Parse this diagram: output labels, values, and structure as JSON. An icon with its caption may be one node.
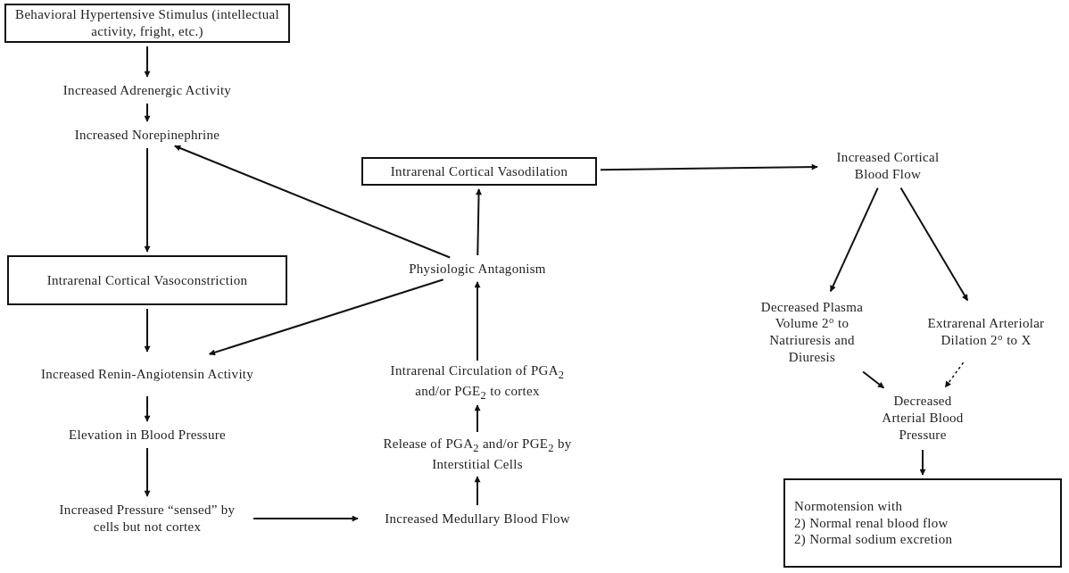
{
  "diagram": {
    "nodes": [
      {
        "text": [
          "Behavioral Hypertensive Stimulus (intellectual activity, fright, etc.)"
        ]
      },
      {
        "text": [
          "Increased Adrenergic Activity"
        ]
      },
      {
        "text": [
          "Increased Norepinephrine"
        ]
      },
      {
        "text": [
          "Intrarenal Cortical Vasoconstriction"
        ]
      },
      {
        "text": [
          "Increased Renin-Angiotensin Activity"
        ]
      },
      {
        "text": [
          "Elevation in Blood Pressure"
        ]
      },
      {
        "text": [
          "Increased Pressure “sensed” by cells but not cortex"
        ]
      },
      {
        "text": [
          "Increased Medullary Blood Flow"
        ]
      },
      {
        "text": [
          "Release of PGA$_{2}$ and/or PGE$_{2}$ by Interstitial Cells"
        ]
      },
      {
        "text": [
          "Intrarenal Circulation of PGA$_{2}$ and/or PGE$_{2}$ to cortex"
        ]
      },
      {
        "text": [
          "Physiologic Antagonism"
        ]
      },
      {
        "text": [
          "Intrarenal Cortical Vasodilation"
        ]
      },
      {
        "text": [
          "Increased Cortical Blood Flow"
        ]
      },
      {
        "text": [
          "Decreased Plasma Volume 2° to Natriuresis and Diuresis"
        ]
      },
      {
        "text": [
          "Extrarenal Arteriolar Dilation 2° to X"
        ]
      },
      {
        "text": [
          "Decreased Arterial Blood Pressure"
        ]
      },
      {
        "text": [
          "Normotension with",
          "2) Normal renal blood flow",
          "2) Normal sodium excretion"
        ]
      }
    ],
    "edges": [
      {
        "from": 0,
        "to": 1,
        "arrow": "to"
      },
      {
        "from": 1,
        "to": 2,
        "arrow": "to"
      },
      {
        "from": 2,
        "to": 3,
        "arrow": "to"
      },
      {
        "from": 3,
        "to": 4,
        "arrow": "to"
      },
      {
        "from": 4,
        "to": 5,
        "arrow": "to"
      },
      {
        "from": 5,
        "to": 6,
        "arrow": "to"
      },
      {
        "from": 6,
        "to": 7,
        "arrow": "to"
      },
      {
        "from": 7,
        "to": 8,
        "arrow": "to"
      },
      {
        "from": 8,
        "to": 9,
        "arrow": "to"
      },
      {
        "from": 9,
        "to": 10,
        "arrow": "to"
      },
      {
        "from": 10,
        "to": 11,
        "arrow": "to"
      },
      {
        "from": 10,
        "to": 2,
        "arrow": "to"
      },
      {
        "from": 10,
        "to": 4,
        "arrow": "to"
      },
      {
        "from": 11,
        "to": 12,
        "arrow": "to"
      },
      {
        "from": 12,
        "to": 13,
        "arrow": "to"
      },
      {
        "from": 12,
        "to": 14,
        "arrow": "to"
      },
      {
        "from": 13,
        "to": 15,
        "arrow": "to"
      },
      {
        "from": 14,
        "to": 15,
        "arrow": "to",
        "style": "dashed"
      },
      {
        "from": 15,
        "to": 16,
        "arrow": "to"
      }
    ]
  }
}
